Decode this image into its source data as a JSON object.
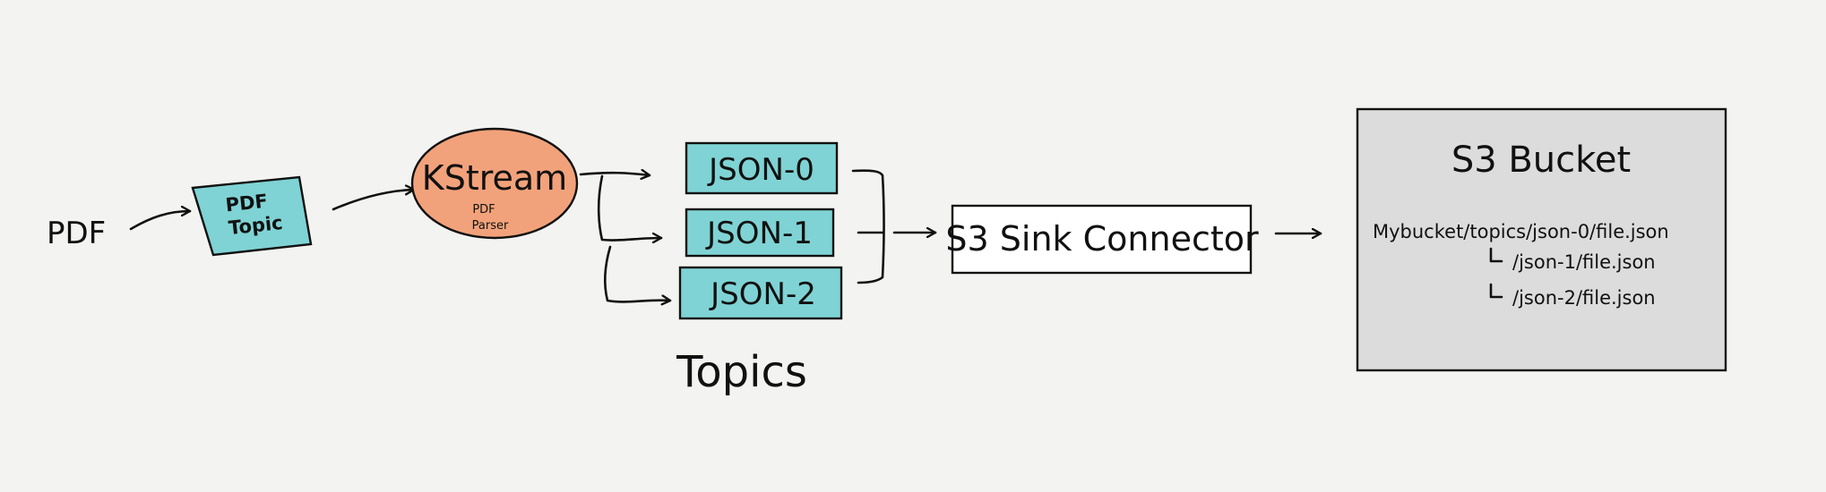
{
  "colors": {
    "background": "#f3f3f1",
    "topic_fill": "#7fd3d4",
    "kstream_fill": "#f2a27b",
    "bucket_fill": "#dcdcdc",
    "connector_fill": "#ffffff",
    "ink": "#111111"
  },
  "labels": {
    "pdf": "PDF",
    "pdf_topic_line1": "PDF",
    "pdf_topic_line2": "Topic",
    "kstream": "KStream",
    "kstream_sub1": "PDF",
    "kstream_sub2": "Parser",
    "json0": "JSON-0",
    "json1": "JSON-1",
    "json2": "JSON-2",
    "topics": "Topics",
    "connector": "S3 Sink Connector",
    "bucket_title": "S3 Bucket",
    "bucket_path1": "Mybucket/topics/json-0/file.json",
    "bucket_path2": "/json-1/file.json",
    "bucket_path3": "/json-2/file.json"
  }
}
